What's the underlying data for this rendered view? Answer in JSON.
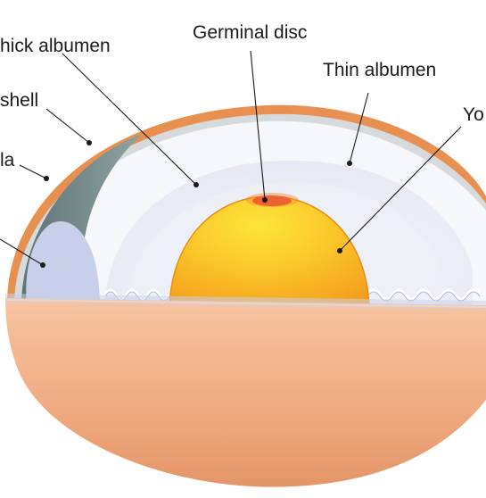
{
  "diagram": {
    "labels": {
      "thick_albumen": "hick albumen",
      "shell": "shell",
      "chalaza": "la",
      "germinal_disc": "Germinal disc",
      "thin_albumen": "Thin albumen",
      "yolk": "Yo"
    },
    "colors": {
      "shell": "#e8904f",
      "shell_cut_face": "#f2b088",
      "membrane": "#d9dde0",
      "air_cell": "#6f8586",
      "thin_albumen": "#f7f8fb",
      "thick_albumen": "#eceef6",
      "chalaza": "#c9d0ea",
      "yolk": "#f7a81f",
      "yolk_highlight": "#fde03a",
      "germinal_disc": "#e8442a"
    }
  }
}
